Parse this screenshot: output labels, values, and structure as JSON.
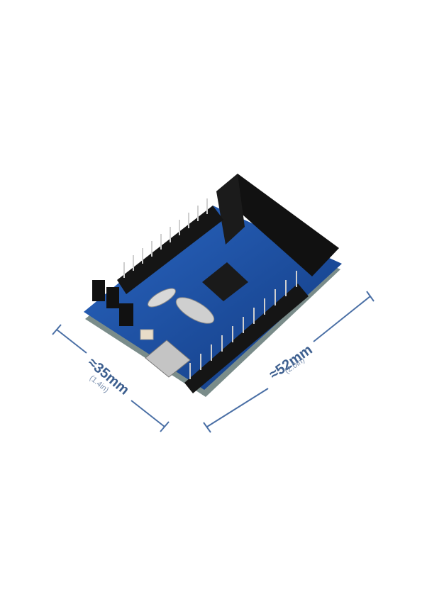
{
  "image": {
    "subject": "blue microcontroller development board with mini USB connector, 20-pin JTAG box header, pin headers, crystal oscillators, jumpers and QFP chip",
    "background_color": "#ffffff",
    "board_color": "#1d4fa0",
    "annotation_color": "#4a6fa5"
  },
  "dimensions": {
    "width": {
      "label": "≈35mm",
      "sub": "(1.4in)"
    },
    "length": {
      "label": "≈52mm",
      "sub": "(2.0in)"
    }
  }
}
